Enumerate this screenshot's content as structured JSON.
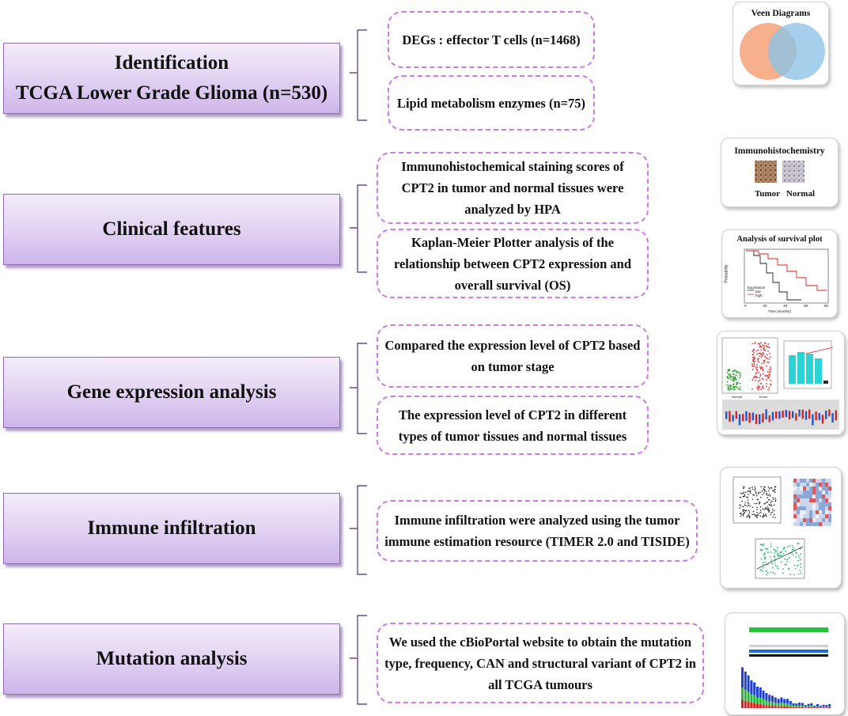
{
  "stages": [
    {
      "lines": [
        "Identification",
        "TCGA Lower Grade Glioma (n=530)"
      ]
    },
    {
      "lines": [
        "Clinical features"
      ]
    },
    {
      "lines": [
        "Gene expression analysis"
      ]
    },
    {
      "lines": [
        "Immune infiltration"
      ]
    },
    {
      "lines": [
        "Mutation analysis"
      ]
    }
  ],
  "boxes": {
    "degs": "DEGs : effector T cells (n=1468)",
    "lipid": "Lipid metabolism enzymes (n=75)",
    "ihc": "Immunohistochemical staining scores of CPT2 in tumor and normal tissues were analyzed by HPA",
    "km": "Kaplan-Meier Plotter analysis of the relationship between CPT2 expression and overall survival (OS)",
    "stage_expr": "Compared the expression level of CPT2 based on tumor stage",
    "tissue_expr": "The expression level of CPT2 in different types of tumor tissues and normal tissues",
    "immune": "Immune infiltration were analyzed using the tumor immune estimation resource (TIMER 2.0 and TISIDE)",
    "mutation": "We used the cBioPortal website to obtain the mutation type, frequency, CAN and structural variant of CPT2 in all TCGA tumours"
  },
  "panels": {
    "venn": {
      "title": "Veen Diagrams"
    },
    "ihc": {
      "title": "Immunohistochemistry",
      "tumor_label": "Tumor",
      "normal_label": "Normal"
    },
    "survival": {
      "title": "Analysis of survival plot",
      "ylabel": "Probability",
      "xlabel": "Time (months)",
      "legend_title": "Expression",
      "legend_low": "low",
      "legend_high": "high",
      "xticks": [
        "0",
        "20",
        "40",
        "60",
        "80"
      ]
    },
    "expression": {
      "normal_label": "Normal",
      "tumor_label": "Tumor"
    },
    "immune": {},
    "mutation": {}
  },
  "colors": {
    "stage_border": "#8f6db4",
    "dashed_box": "#cc7ae6",
    "brace": "#6b4a8c",
    "venn_left": "#f5a97f",
    "venn_right": "#8ec3e6"
  }
}
